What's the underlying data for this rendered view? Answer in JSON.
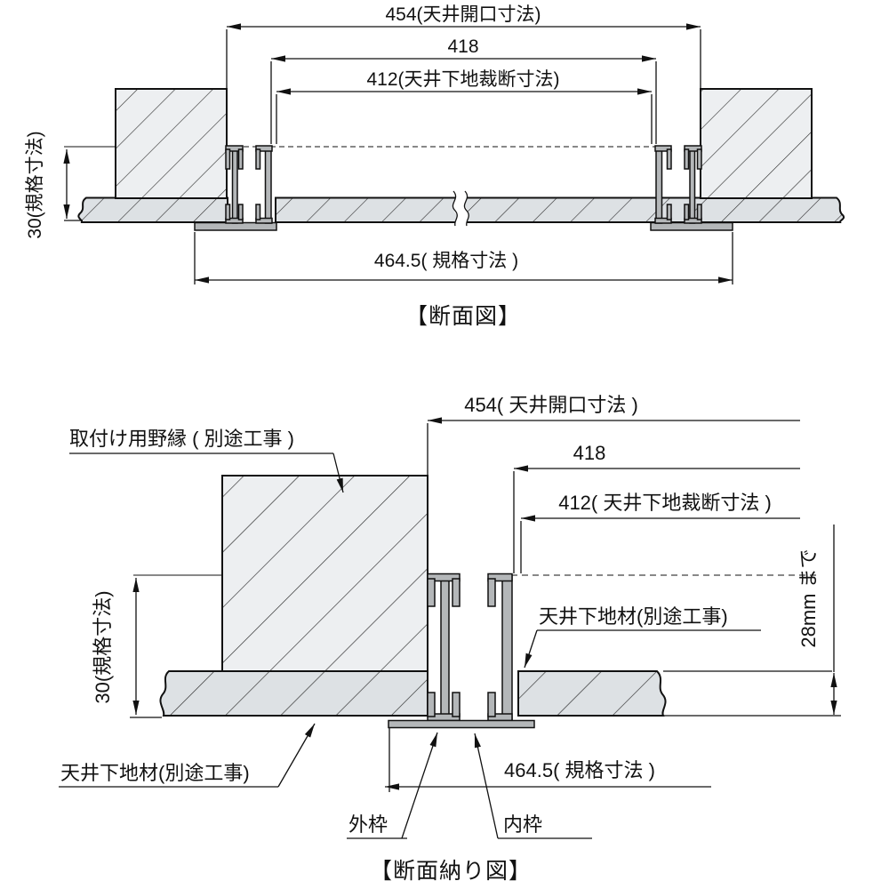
{
  "figure": {
    "top": {
      "title": "【断面図】",
      "dim_opening": "454(天井開口寸法)",
      "dim_418": "418",
      "dim_cut": "412(天井下地裁断寸法)",
      "dim_height": "30(規格寸法)",
      "dim_standard": "464.5( 規格寸法 )"
    },
    "bottom": {
      "title": "【断面納り図】",
      "dim_opening": "454( 天井開口寸法 )",
      "dim_418": "418",
      "dim_cut": "412( 天井下地裁断寸法 )",
      "dim_height": "30(規格寸法)",
      "dim_standard": "464.5( 規格寸法 )",
      "dim_board_thickness": "28mm まで",
      "label_furring": "取付け用野縁 ( 別途工事 )",
      "label_substrate_right": "天井下地材(別途工事)",
      "label_substrate_left": "天井下地材(別途工事)",
      "label_outer_frame": "外枠",
      "label_inner_frame": "内枠"
    }
  }
}
